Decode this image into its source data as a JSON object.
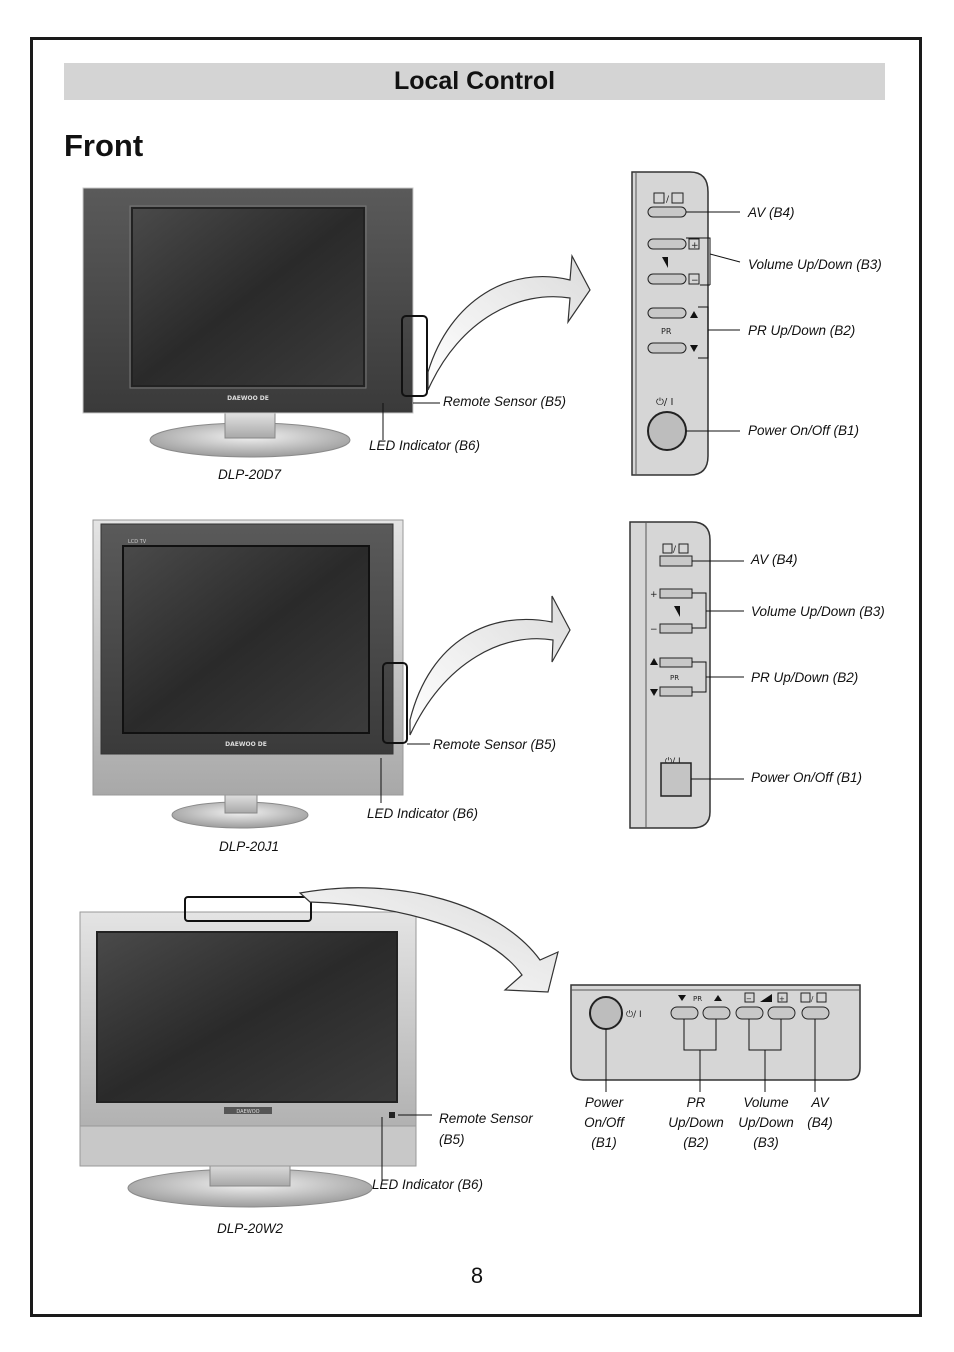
{
  "header": {
    "banner": "Local Control",
    "section_title": "Front"
  },
  "models": [
    {
      "name": "DLP-20D7",
      "tv_logo": "DAEWOO DE",
      "labels": {
        "remote_sensor": "Remote Sensor (B5)",
        "led": "LED Indicator (B6)"
      },
      "panel": {
        "av": "AV (B4)",
        "volume": "Volume Up/Down (B3)",
        "pr": "PR Up/Down (B2)",
        "power": "Power On/Off (B1)",
        "pr_glyph": "PR",
        "power_glyph": "⏻/ I"
      }
    },
    {
      "name": "DLP-20J1",
      "tv_logo": "DAEWOO DE",
      "tv_brand_small": "LCD TV",
      "labels": {
        "remote_sensor": "Remote Sensor (B5)",
        "led": "LED Indicator (B6)"
      },
      "panel": {
        "av": "AV (B4)",
        "volume": "Volume Up/Down (B3)",
        "pr": "PR Up/Down (B2)",
        "power": "Power On/Off (B1)",
        "pr_glyph": "PR",
        "power_glyph": "⏻/ I"
      }
    },
    {
      "name": "DLP-20W2",
      "tv_logo": "DAEWOO",
      "labels": {
        "remote_sensor": "Remote Sensor (B5)",
        "led": "LED Indicator (B6)"
      },
      "panel": {
        "power": "Power On/Off (B1)",
        "pr": "PR Up/Down (B2)",
        "volume": "Volume Up/Down (B3)",
        "av": "AV (B4)",
        "pr_glyph": "PR",
        "power_glyph": "⏻/ I"
      }
    }
  ],
  "page_number": "8"
}
